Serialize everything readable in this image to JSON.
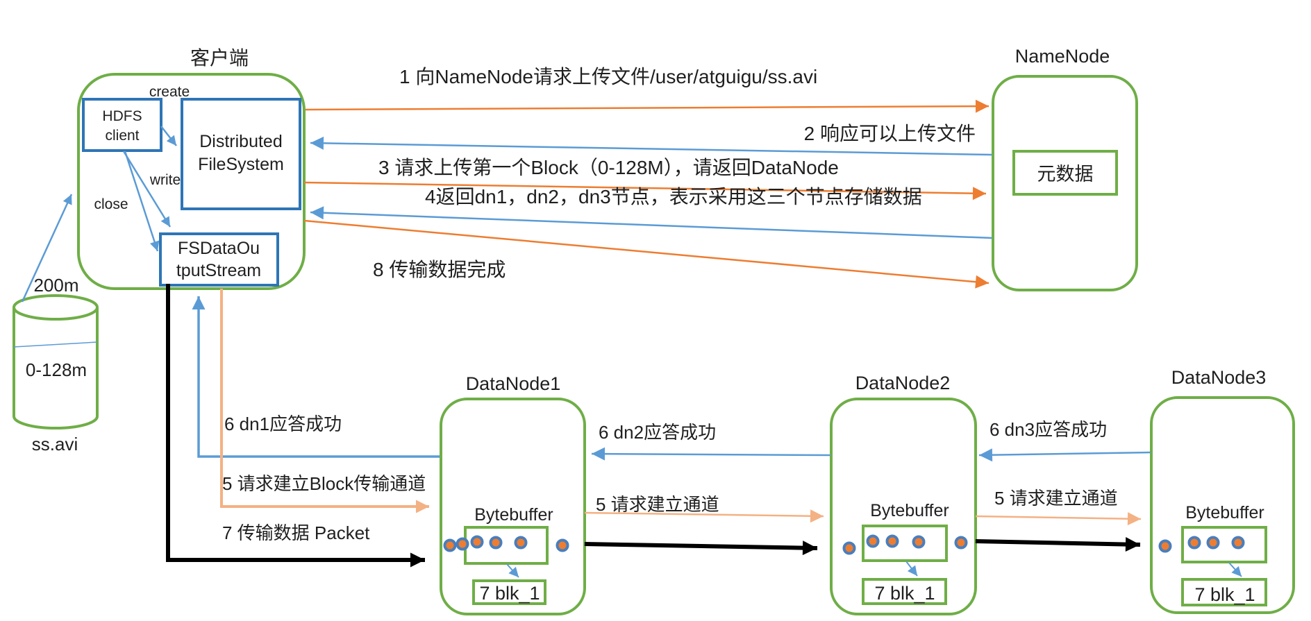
{
  "client": {
    "title": "客户端",
    "hdfs_box_line1": "HDFS",
    "hdfs_box_line2": "client",
    "dfs_box_line1": "Distributed",
    "dfs_box_line2": "FileSystem",
    "stream_box_line1": "FSDataOu",
    "stream_box_line2": "tputStream",
    "create_label": "create",
    "write_label": "write",
    "close_label": "close"
  },
  "source_file": {
    "size_label": "200m",
    "block_label": "0-128m",
    "name_label": "ss.avi"
  },
  "namenode": {
    "title": "NameNode",
    "metadata_label": "元数据"
  },
  "messages": {
    "step1": "1 向NameNode请求上传文件/user/atguigu/ss.avi",
    "step2": "2 响应可以上传文件",
    "step3": "3 请求上传第一个Block（0-128M），请返回DataNode",
    "step4": "4返回dn1，dn2，dn3节点，表示采用这三个节点存储数据",
    "step5_dn1": "5 请求建立Block传输通道",
    "step5_dn2": "5 请求建立通道",
    "step5_dn3": "5 请求建立通道",
    "step6_dn1": "6 dn1应答成功",
    "step6_dn2": "6 dn2应答成功",
    "step6_dn3": "6 dn3应答成功",
    "step7": "7 传输数据  Packet",
    "step8": "8 传输数据完成"
  },
  "datanodes": [
    {
      "title": "DataNode1",
      "buffer_label": "Bytebuffer",
      "block_label": "7 blk_1"
    },
    {
      "title": "DataNode2",
      "buffer_label": "Bytebuffer",
      "block_label": "7 blk_1"
    },
    {
      "title": "DataNode3",
      "buffer_label": "Bytebuffer",
      "block_label": "7 blk_1"
    }
  ],
  "colors": {
    "green": "#6fae47",
    "box_blue": "#2e75b6",
    "arrow_blue": "#5b9bd5",
    "arrow_orange": "#ed7d31",
    "arrow_orange_light": "#f4b183",
    "dot_ring_blue": "#4a7ebb",
    "black": "#000000"
  }
}
